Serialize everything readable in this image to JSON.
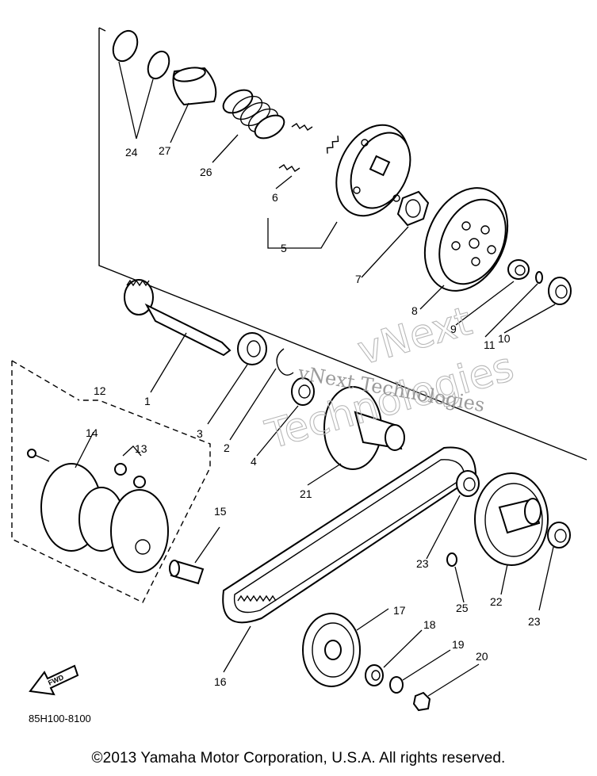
{
  "labels": {
    "p1": "1",
    "p2": "2",
    "p3": "3",
    "p4": "4",
    "p5": "5",
    "p6": "6",
    "p7": "7",
    "p8": "8",
    "p9": "9",
    "p10": "10",
    "p11": "11",
    "p12": "12",
    "p13": "13",
    "p14": "14",
    "p15": "15",
    "p16": "16",
    "p17": "17",
    "p18": "18",
    "p19": "19",
    "p20": "20",
    "p21": "21",
    "p22": "22",
    "p23a": "23",
    "p23b": "23",
    "p24": "24",
    "p25": "25",
    "p26": "26",
    "p27": "27"
  },
  "diagram_code": "85H100-8100",
  "fwd_label": "FWD",
  "watermark": {
    "brand_line1": "vNext",
    "brand_line2": "Technologies",
    "small": "vNext Technologies"
  },
  "copyright": "©2013 Yamaha Motor Corporation, U.S.A. All rights reserved."
}
